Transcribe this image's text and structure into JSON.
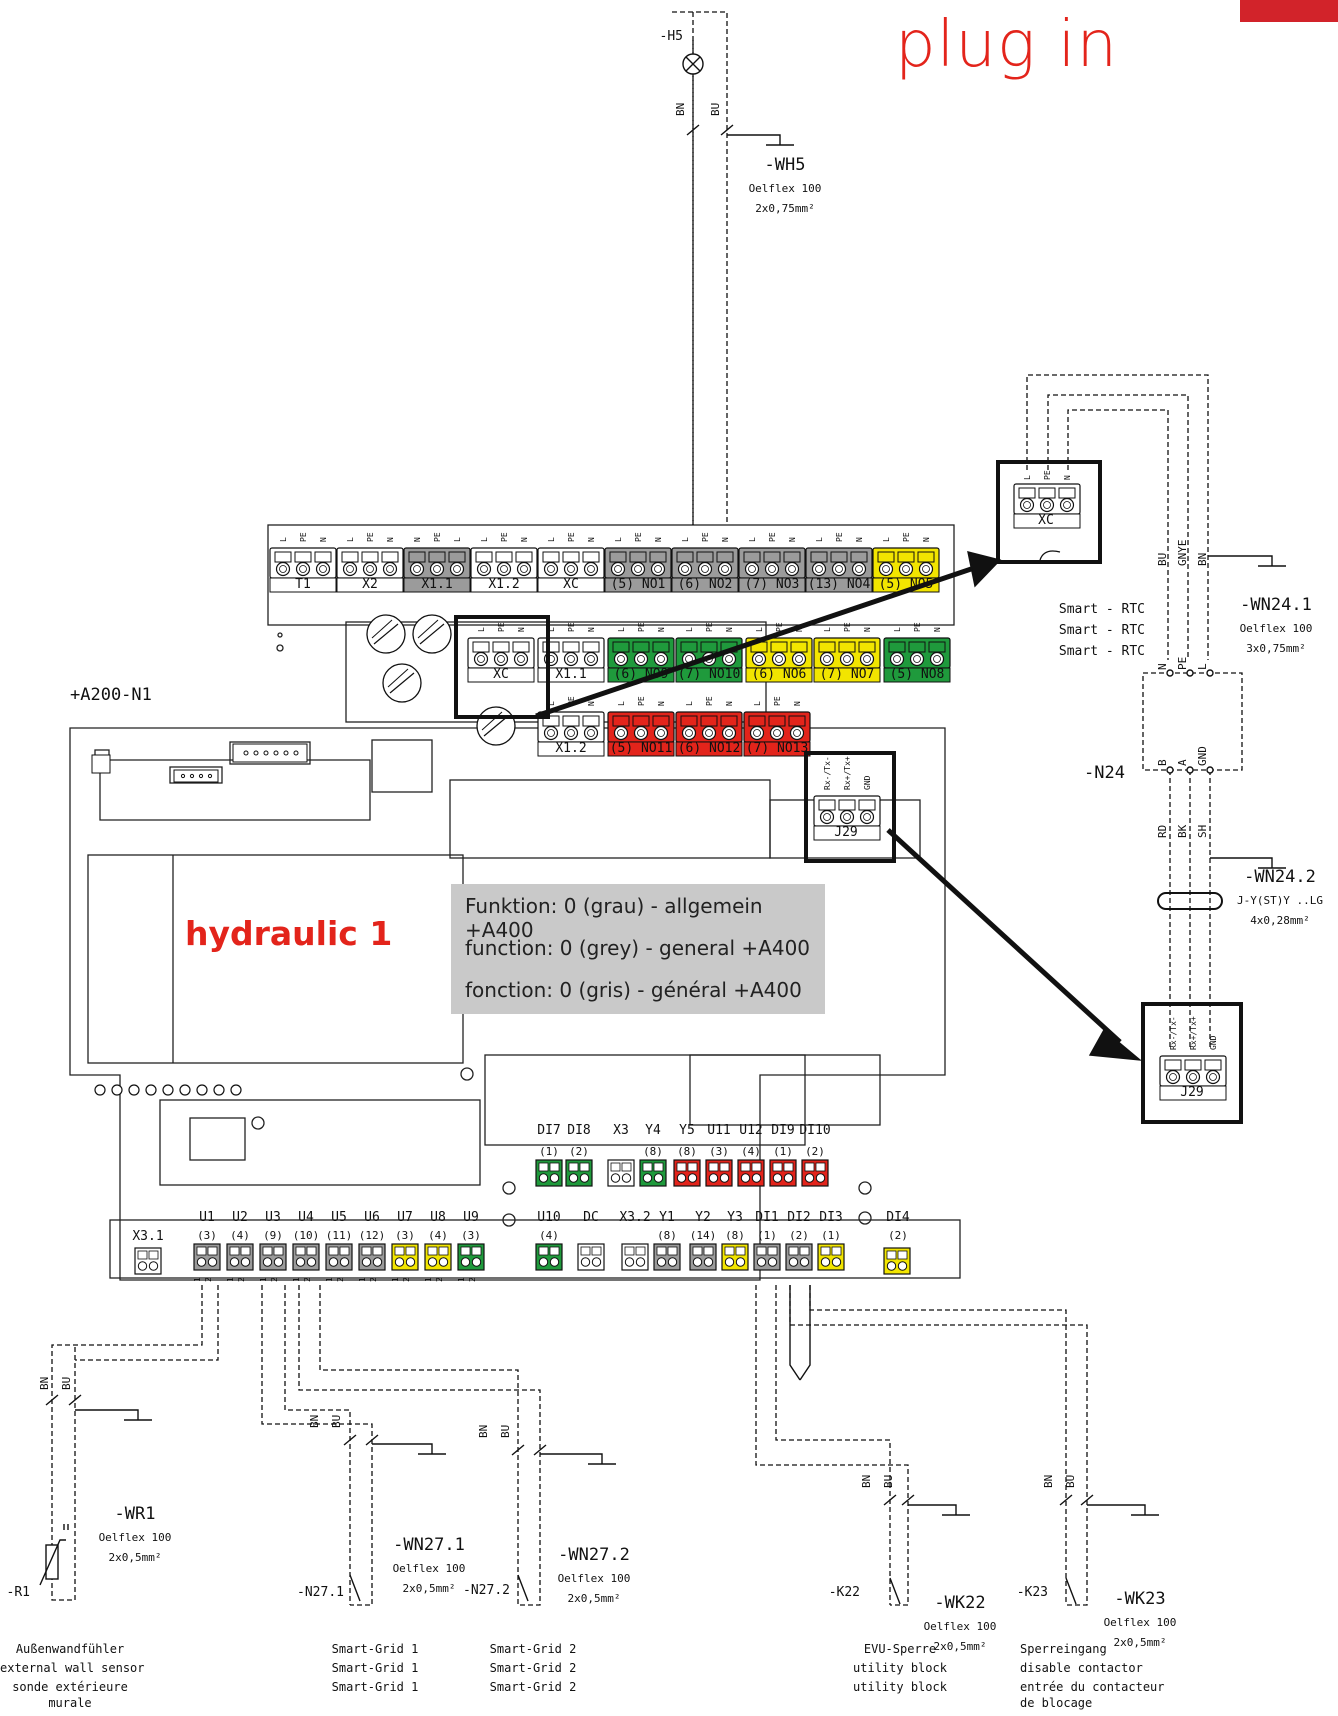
{
  "header": {
    "title": "plug in"
  },
  "board": {
    "label": "+A200-N1",
    "name": "hydraulic 1",
    "info_lines": [
      "Funktion: 0 (grau) - allgemein +A400",
      "function: 0 (grey) - general +A400",
      "fonction: 0 (gris) - général +A400"
    ]
  },
  "top_terminals": [
    {
      "label": "T1",
      "pins": "L PE N",
      "color": "#ffffff"
    },
    {
      "label": "X2",
      "pins": "L PE N",
      "color": "#ffffff"
    },
    {
      "label": "X1.1",
      "pins": "N PE L",
      "color": "#9b9b9b"
    },
    {
      "label": "X1.2",
      "pins": "L PE N",
      "color": "#ffffff"
    },
    {
      "label": "XC",
      "pins": "L PE N",
      "color": "#ffffff"
    },
    {
      "label": "(5) NO1",
      "pins": "L PE N",
      "color": "#9b9b9b"
    },
    {
      "label": "(6) NO2",
      "pins": "L PE N",
      "color": "#9b9b9b"
    },
    {
      "label": "(7) NO3",
      "pins": "L PE N",
      "color": "#9b9b9b"
    },
    {
      "label": "(13) NO4",
      "pins": "L PE N",
      "color": "#9b9b9b"
    },
    {
      "label": "(5) NO5",
      "pins": "L PE N",
      "color": "#f2e500"
    }
  ],
  "mid_terminals": [
    {
      "label": "XC",
      "color": "#ffffff"
    },
    {
      "label": "X1.1",
      "color": "#ffffff"
    },
    {
      "label": "(6) NO9",
      "color": "#1f9a3c"
    },
    {
      "label": "(7) NO10",
      "color": "#1f9a3c"
    },
    {
      "label": "(6) NO6",
      "color": "#f2e500"
    },
    {
      "label": "(7) NO7",
      "color": "#f2e500"
    },
    {
      "label": "(5) NO8",
      "color": "#1f9a3c"
    }
  ],
  "low_terminals": [
    {
      "label": "X1.2",
      "color": "#ffffff"
    },
    {
      "label": "(5) NO11",
      "color": "#e3241b"
    },
    {
      "label": "(6) NO12",
      "color": "#e3241b"
    },
    {
      "label": "(7) NO13",
      "color": "#e3241b"
    }
  ],
  "upper_io": {
    "labels": [
      "DI7",
      "DI8",
      "X3",
      "Y4",
      "Y5",
      "U11",
      "U12",
      "DI9",
      "DI10"
    ],
    "nums": [
      "(1)",
      "(2)",
      "",
      "(8)",
      "(8)",
      "(3)",
      "(4)",
      "(1)",
      "(2)"
    ],
    "colors": [
      "#1f9a3c",
      "#1f9a3c",
      "#ffffff",
      "#1f9a3c",
      "#e3241b",
      "#e3241b",
      "#e3241b",
      "#e3241b",
      "#e3241b"
    ]
  },
  "lower_left_io": {
    "labels": [
      "U1",
      "U2",
      "U3",
      "U4",
      "U5",
      "U6",
      "U7",
      "U8",
      "U9"
    ],
    "nums": [
      "(3)",
      "(4)",
      "(9)",
      "(10)",
      "(11)",
      "(12)",
      "(3)",
      "(4)",
      "(3)"
    ],
    "colors": [
      "#9b9b9b",
      "#9b9b9b",
      "#9b9b9b",
      "#9b9b9b",
      "#9b9b9b",
      "#9b9b9b",
      "#f2e500",
      "#f2e500",
      "#1f9a3c"
    ]
  },
  "lower_right_io": {
    "labels": [
      "U10",
      "DC",
      "X3.2",
      "Y1",
      "Y2",
      "Y3",
      "DI1",
      "DI2",
      "DI3"
    ],
    "nums": [
      "(4)",
      "",
      "",
      "(8)",
      "(14)",
      "(8)",
      "(1)",
      "(2)",
      "(1)"
    ]
  },
  "x31": {
    "label": "X3.1"
  },
  "di4": {
    "label": "DI4",
    "num": "(2)"
  },
  "j29": {
    "label": "J29",
    "pins": [
      "Rx-/Tx-",
      "Rx+/Tx+",
      "GND"
    ]
  },
  "xc_zoom": {
    "label": "XC",
    "pins": [
      "L",
      "PE",
      "N"
    ]
  },
  "h5": {
    "label": "-H5",
    "wire1": "BN",
    "wire2": "BU"
  },
  "cables": {
    "wh5": {
      "name": "-WH5",
      "type": "Oelflex 100",
      "section": "2x0,75mm²"
    },
    "wn241": {
      "name": "-WN24.1",
      "type": "Oelflex 100",
      "section": "3x0,75mm²"
    },
    "wn242": {
      "name": "-WN24.2",
      "type": "J-Y(ST)Y ..LG",
      "section": "4x0,28mm²"
    },
    "wr1": {
      "name": "-WR1",
      "type": "Oelflex 100",
      "section": "2x0,5mm²"
    },
    "wn271": {
      "name": "-WN27.1",
      "type": "Oelflex 100",
      "section": "2x0,5mm²"
    },
    "wn272": {
      "name": "-WN27.2",
      "type": "Oelflex 100",
      "section": "2x0,5mm²"
    },
    "wk22": {
      "name": "-WK22",
      "type": "Oelflex 100",
      "section": "2x0,5mm²"
    },
    "wk23": {
      "name": "-WK23",
      "type": "Oelflex 100",
      "section": "2x0,5mm²"
    }
  },
  "rtc": {
    "lines": [
      "Smart - RTC",
      "Smart - RTC",
      "Smart - RTC"
    ],
    "wires_top": [
      "BU",
      "GNYE",
      "BN"
    ],
    "n24_top": [
      "N",
      "PE",
      "L"
    ],
    "n24_label": "-N24",
    "n24_bot": [
      "B",
      "A",
      "GND"
    ],
    "wires_bot": [
      "RD",
      "BK",
      "SH"
    ]
  },
  "devices": {
    "r1": "-R1",
    "n271": "-N27.1",
    "n272": "-N27.2",
    "k22": "-K22",
    "k23": "-K23"
  },
  "captions": {
    "r1": [
      "Außenwandfühler",
      "external wall sensor",
      "sonde extérieure",
      "murale"
    ],
    "sg1": [
      "Smart-Grid 1",
      "Smart-Grid 1",
      "Smart-Grid 1"
    ],
    "sg2": [
      "Smart-Grid 2",
      "Smart-Grid 2",
      "Smart-Grid 2"
    ],
    "evu": [
      "EVU-Sperre",
      "utility block",
      "utility block"
    ],
    "sperr": [
      "Sperreingang",
      "disable contactor",
      "entrée du contacteur",
      "de blocage"
    ]
  },
  "wire_letters": {
    "bn": "BN",
    "bu": "BU"
  }
}
